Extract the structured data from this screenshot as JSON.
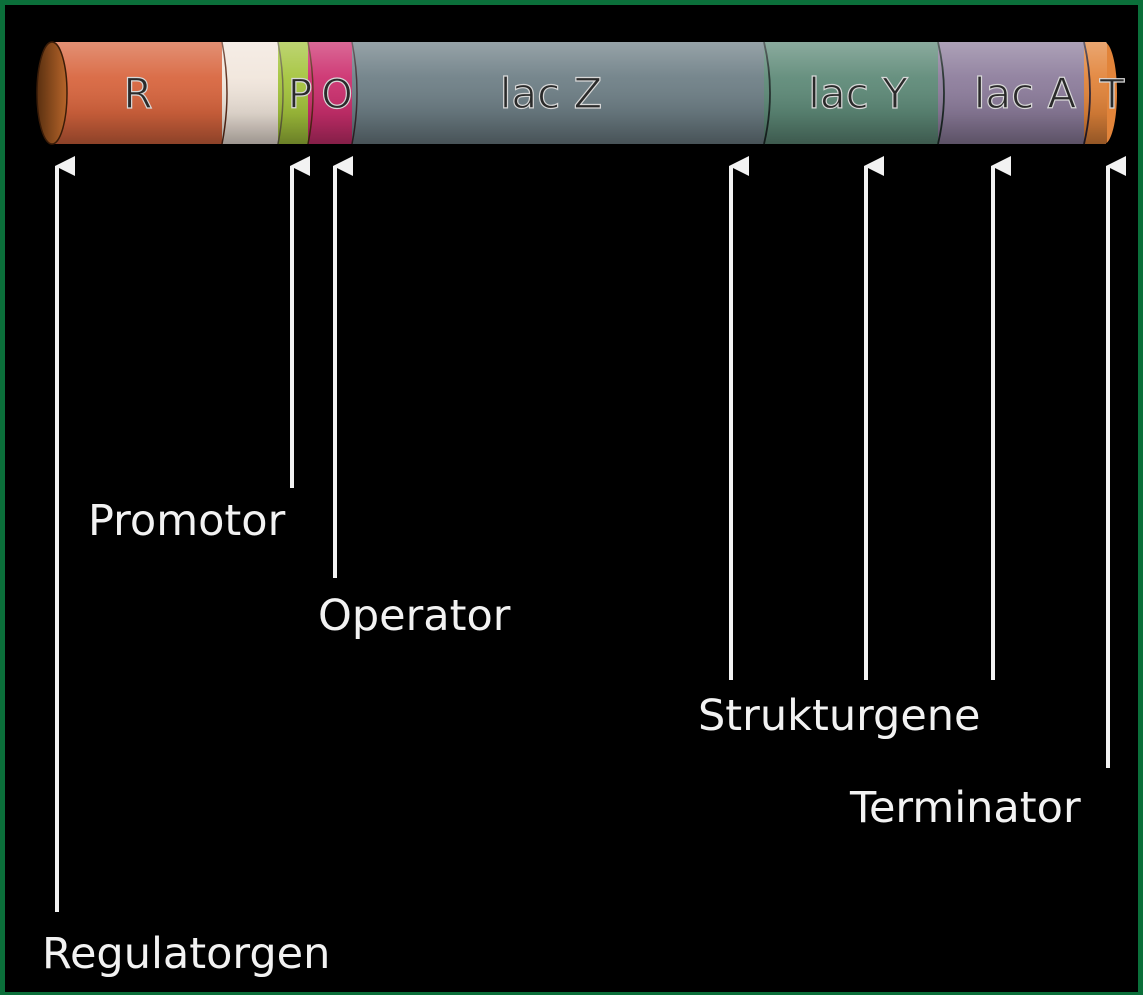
{
  "segments": [
    {
      "id": "r",
      "label": "R",
      "color": "#d8653e"
    },
    {
      "id": "spacer",
      "label": "",
      "color": "#f1e6dc"
    },
    {
      "id": "p",
      "label": "P",
      "color": "#a4c43c"
    },
    {
      "id": "o",
      "label": "O",
      "color": "#cc2f6e"
    },
    {
      "id": "lacz",
      "label": "lac Z",
      "color": "#6e7f86"
    },
    {
      "id": "lacy",
      "label": "lac Y",
      "color": "#5e8a78"
    },
    {
      "id": "laca",
      "label": "lac A",
      "color": "#8d7d9c"
    },
    {
      "id": "t",
      "label": "T",
      "color": "#e2843a"
    }
  ],
  "callouts": {
    "regulatorgen": "Regulatorgen",
    "promotor": "Promotor",
    "operator": "Operator",
    "strukturgene": "Strukturgene",
    "terminator": "Terminator"
  }
}
